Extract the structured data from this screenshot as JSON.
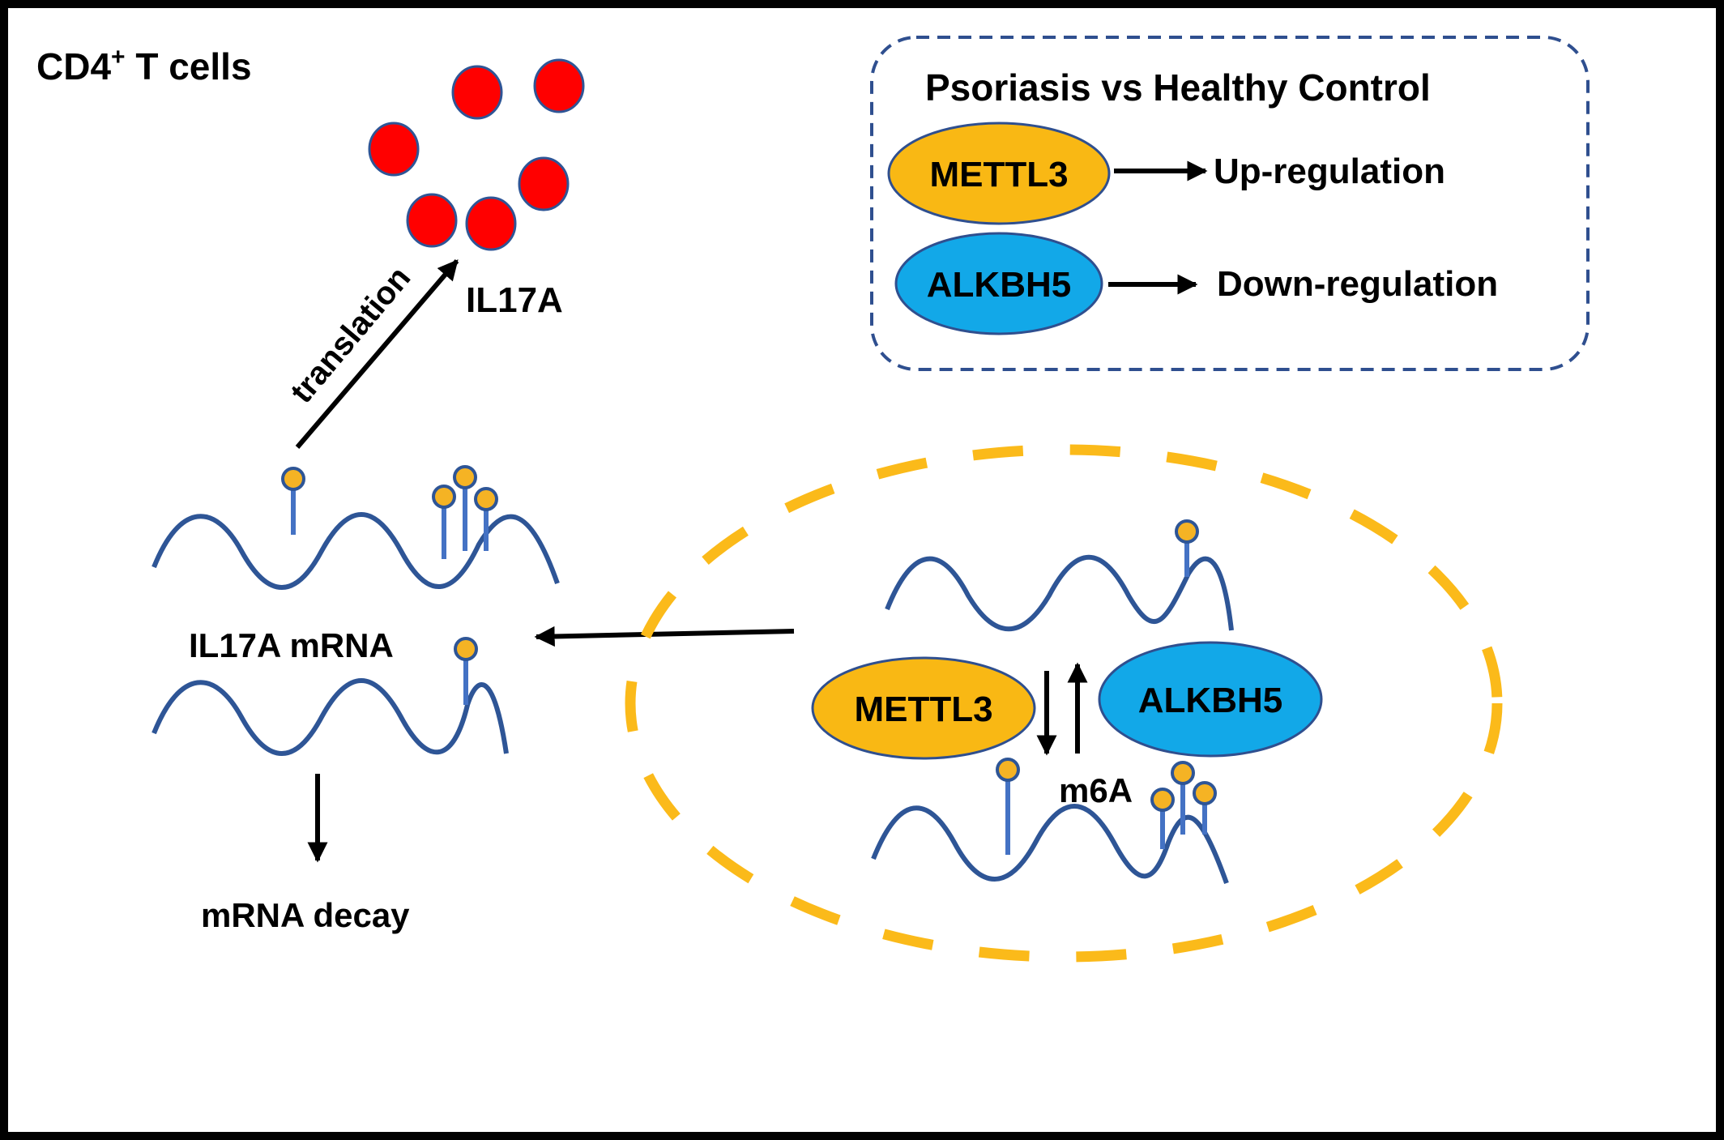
{
  "figure": {
    "cell_label": {
      "main": "CD4",
      "superscript": "+",
      "tail": " T cells"
    },
    "protein_label": "IL17A",
    "translation_label": "translation",
    "mrna_label": "IL17A mRNA",
    "decay_label": "mRNA decay",
    "m6a_label": "m6A"
  },
  "legend": {
    "title": "Psoriasis vs Healthy Control",
    "rows": [
      {
        "enzyme": "METTL3",
        "effect": "Up-regulation"
      },
      {
        "enzyme": "ALKBH5",
        "effect": "Down-regulation"
      }
    ]
  },
  "nucleus": {
    "writer": "METTL3",
    "eraser": "ALKBH5"
  },
  "colors": {
    "mettl3_fill": "#F9B814",
    "alkbh5_fill": "#12A8E8",
    "outline": "#2F4F8F",
    "mrna": "#2E5596",
    "modification_dot": "#F5B324",
    "protein": "#FF0000",
    "nucleus_border": "#FBBA1A",
    "legend_border": "#2F4F8F"
  }
}
